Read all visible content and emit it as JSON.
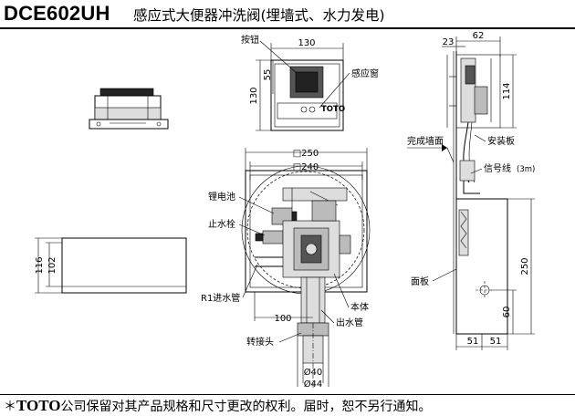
{
  "header": {
    "model": "DCE602UH",
    "title": "感应式大便器冲洗阀(埋墙式、水力发电)"
  },
  "footer": {
    "star": "＊",
    "brand": "TOTO",
    "text": "公司保留对其产品规格和尺寸更改的权利。届时，恕不另行通知。"
  },
  "labels": {
    "button": "按钮",
    "sensor_window": "感应窗",
    "battery": "锂电池",
    "stop_valve": "止水栓",
    "r1_inlet": "R1进水管",
    "body": "本体",
    "outlet": "出水管",
    "adapter": "转接头",
    "finished_wall": "完成墙面",
    "mount_plate": "安装板",
    "signal_wire": "信号线",
    "signal_wire_len": "(3m)",
    "panel": "面板",
    "plate_brand": "TOTO"
  },
  "dimensions": {
    "w130": "130",
    "d55": "55",
    "h130": "130",
    "w250": "□250",
    "w240": "□240",
    "h116": "116",
    "h102": "102",
    "d100": "100",
    "d40": "Ø40",
    "d44": "Ø44",
    "d23": "23",
    "d62": "62",
    "d114": "114",
    "d250": "250",
    "d60": "60",
    "d51a": "51",
    "d51b": "51"
  }
}
